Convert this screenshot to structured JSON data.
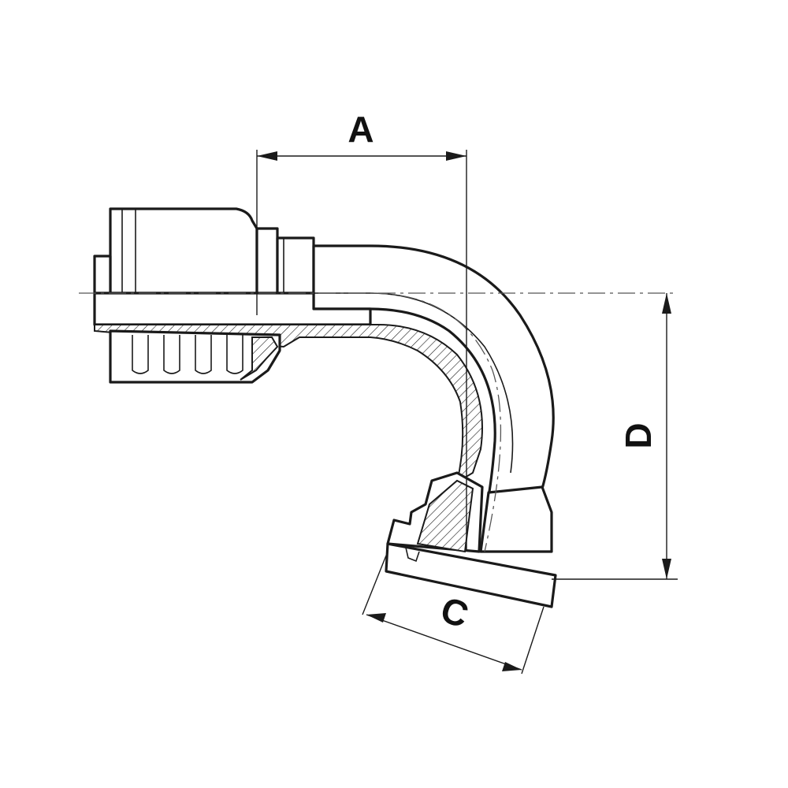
{
  "diagram": {
    "dimensions": {
      "a": "A",
      "c": "C",
      "d": "D"
    },
    "colors": {
      "line": "#1a1a1a",
      "background": "#ffffff"
    }
  }
}
